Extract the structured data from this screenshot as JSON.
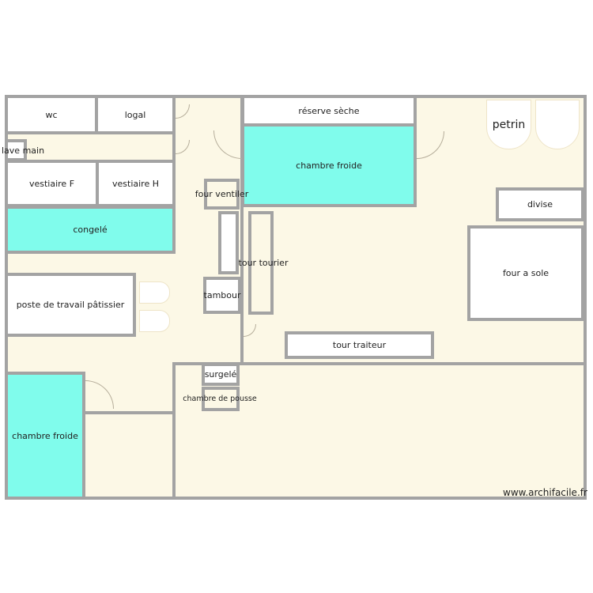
{
  "rooms": {
    "wc": "wc",
    "logal": "logal",
    "lave_main": "lave main",
    "vestiaire_f": "vestiaire F",
    "vestiaire_h": "vestiaire H",
    "congele": "congelé",
    "poste": "poste de travail pâtissier",
    "chambre_froide_left": "chambre froide",
    "reserve": "réserve sèche",
    "chambre_froide_right": "chambre froide",
    "petrin": "petrin",
    "divise": "divise",
    "four_sole": "four a sole",
    "tour_traiteur": "tour traiteur",
    "tour_tourier": "tour tourier",
    "four_ventiler": "four ventiler",
    "tambour": "tambour",
    "surgele": "surgelé",
    "chambre_pousse": "chambre de pousse"
  },
  "colors": {
    "floor": "#fcf8e6",
    "cold_room": "#80fcec",
    "wall": "#a3a3a3"
  },
  "watermark": "www.archifacile.fr"
}
